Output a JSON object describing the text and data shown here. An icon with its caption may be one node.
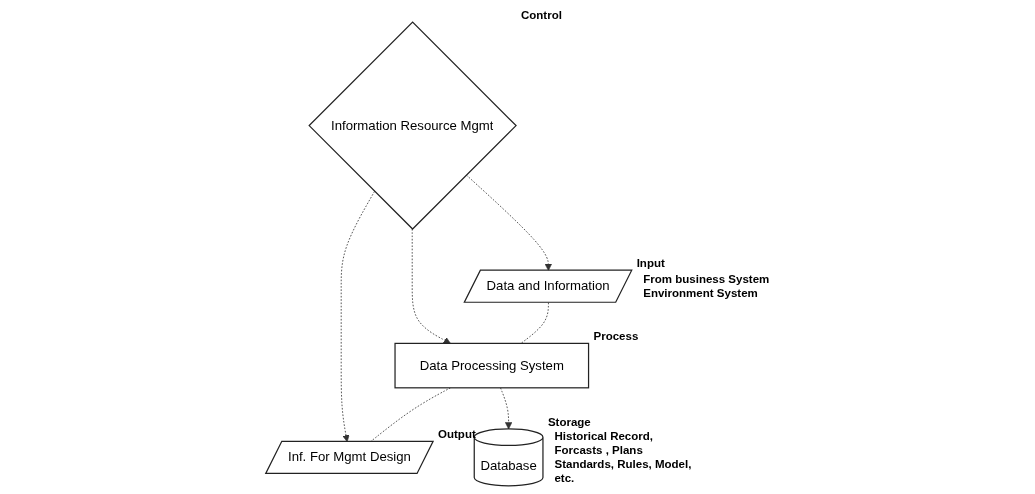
{
  "diagram": {
    "nodes": [
      {
        "text": [
          "Information Resource Mgmt"
        ],
        "beside": [
          "Control"
        ]
      },
      {
        "text": [
          "Data and Information"
        ],
        "beside": [
          "Input",
          "From business System Environment System"
        ]
      },
      {
        "text": [
          "Data Processing System"
        ],
        "beside": [
          "Process"
        ]
      },
      {
        "text": [
          "Inf. For Mgmt Design"
        ],
        "beside": [
          "Output"
        ]
      },
      {
        "text": [
          "Database"
        ],
        "beside": [
          "Storage",
          "Historical Record, Forcasts , Plans Standards, Rules, Model, etc."
        ]
      }
    ],
    "edges": [
      {
        "from": 0,
        "to": 1,
        "arrow": "to",
        "style": "dashed"
      },
      {
        "from": 0,
        "to": 2,
        "arrow": "to",
        "style": "dashed"
      },
      {
        "from": 0,
        "to": 3,
        "arrow": "to",
        "style": "dashed"
      },
      {
        "from": 1,
        "to": 2,
        "arrow": "none",
        "style": "dashed"
      },
      {
        "from": 2,
        "to": 3,
        "arrow": "none",
        "style": "dashed"
      },
      {
        "from": 2,
        "to": 4,
        "arrow": "to",
        "style": "dashed"
      }
    ]
  }
}
